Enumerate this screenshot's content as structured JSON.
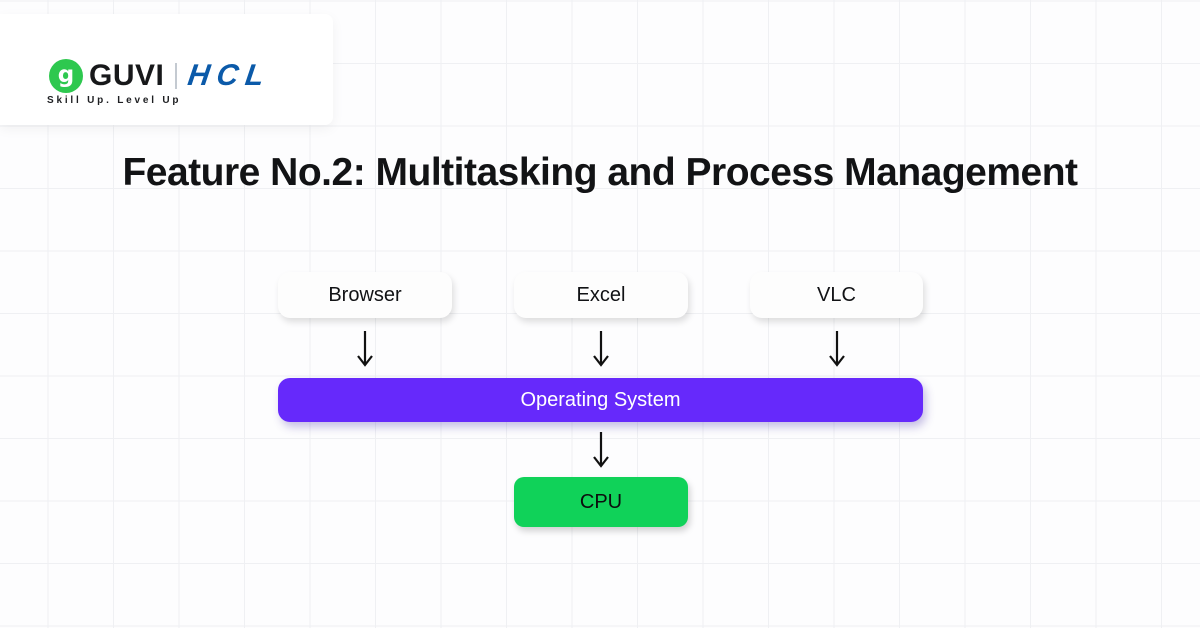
{
  "page": {
    "background_color": "#fdfdfe",
    "grid_line_color": "#eff0f3"
  },
  "brand": {
    "guvi_icon": "g",
    "guvi_text": "GUVI",
    "tagline": "Skill Up. Level Up",
    "partner_text": "HCL",
    "guvi_green": "#2ec84f",
    "hcl_blue": "#0b5aa9"
  },
  "title": {
    "text": "Feature No.2: Multitasking and Process Management"
  },
  "diagram": {
    "apps": [
      {
        "label": "Browser"
      },
      {
        "label": "Excel"
      },
      {
        "label": "VLC"
      }
    ],
    "os": {
      "label": "Operating System",
      "color": "#6629fb"
    },
    "cpu": {
      "label": "CPU",
      "color": "#10d259"
    },
    "arrow_color": "#111111"
  }
}
